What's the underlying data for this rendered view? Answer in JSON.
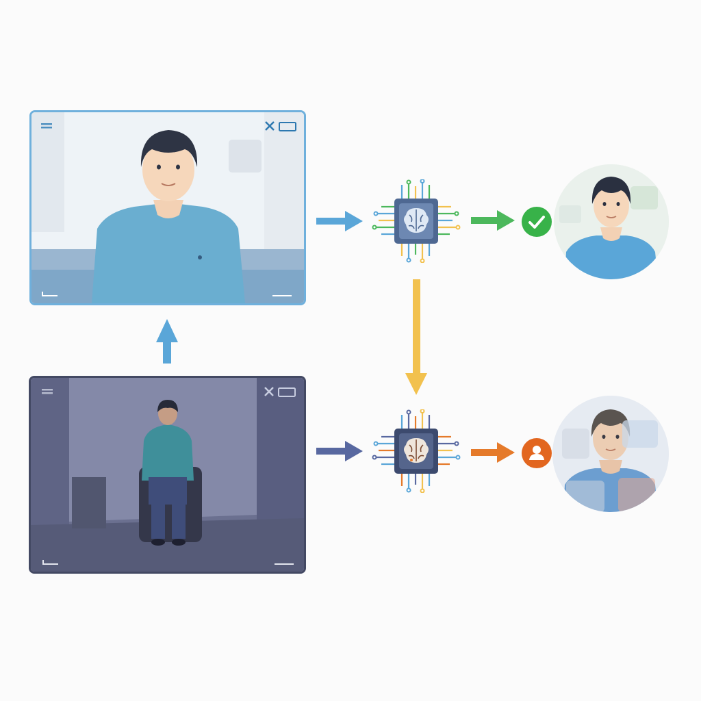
{
  "colors": {
    "background": "#fbfbfb",
    "arrow_blue": "#5aa6d8",
    "arrow_slate": "#5868a0",
    "arrow_yellow": "#f2c14e",
    "arrow_green": "#4cb85c",
    "arrow_orange": "#e57a2a",
    "check_badge": "#38b249",
    "person_badge": "#e2661f",
    "chip_body": "#4e6892"
  },
  "nodes": {
    "clear_frame": {
      "icon": "camera-feed-clear",
      "menu_icon": "menu-icon",
      "status_icons": [
        "tool-icon",
        "battery-icon"
      ]
    },
    "dim_frame": {
      "icon": "camera-feed-lowlight",
      "menu_icon": "menu-icon",
      "status_icons": [
        "tool-icon",
        "battery-icon"
      ]
    },
    "ai_chip_top": {
      "icon": "brain-chip-icon"
    },
    "ai_chip_bottom": {
      "icon": "brain-chip-icon"
    },
    "result_top": {
      "icon": "person-portrait-clear",
      "badge_icon": "check-icon"
    },
    "result_bottom": {
      "icon": "person-portrait-blurred",
      "badge_icon": "person-icon"
    }
  },
  "edges": [
    {
      "from": "dim_frame",
      "to": "clear_frame",
      "color": "arrow_blue"
    },
    {
      "from": "clear_frame",
      "to": "ai_chip_top",
      "color": "arrow_blue"
    },
    {
      "from": "ai_chip_top",
      "to": "result_top",
      "color": "arrow_green"
    },
    {
      "from": "ai_chip_top",
      "to": "ai_chip_bottom",
      "color": "arrow_yellow"
    },
    {
      "from": "dim_frame",
      "to": "ai_chip_bottom",
      "color": "arrow_slate"
    },
    {
      "from": "ai_chip_bottom",
      "to": "result_bottom",
      "color": "arrow_orange"
    }
  ]
}
